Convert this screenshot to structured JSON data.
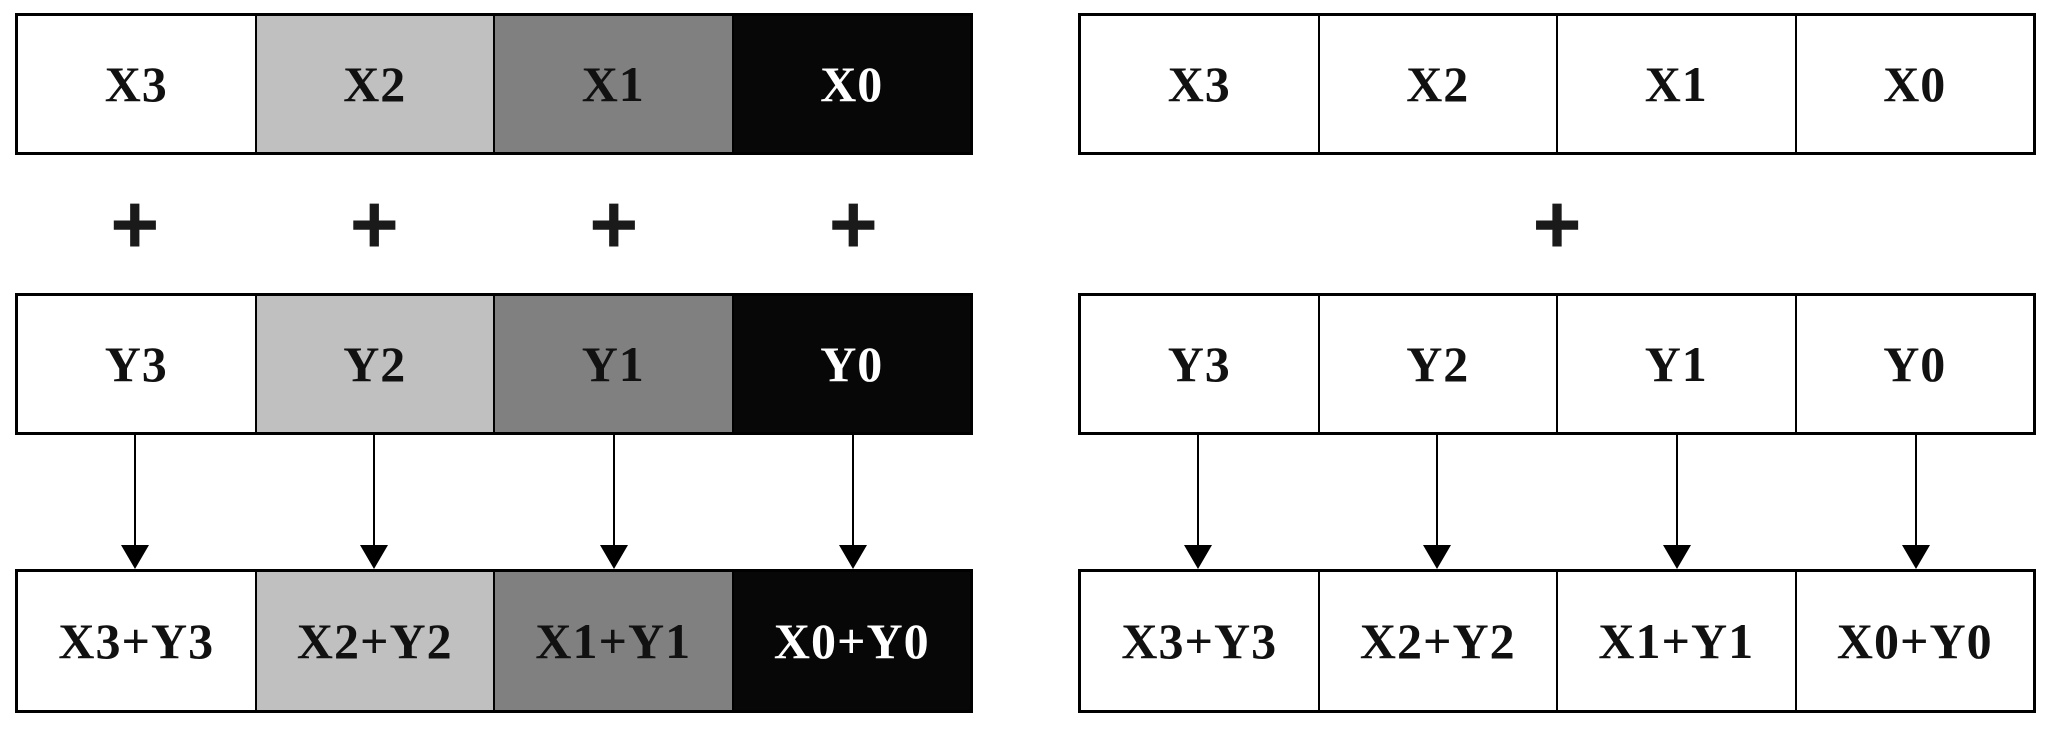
{
  "left": {
    "x": [
      "X3",
      "X2",
      "X1",
      "X0"
    ],
    "plus": [
      "+",
      "+",
      "+",
      "+"
    ],
    "y": [
      "Y3",
      "Y2",
      "Y1",
      "Y0"
    ],
    "result": [
      "X3+Y3",
      "X2+Y2",
      "X1+Y1",
      "X0+Y0"
    ]
  },
  "right": {
    "x": [
      "X3",
      "X2",
      "X1",
      "X0"
    ],
    "plus": "+",
    "y": [
      "Y3",
      "Y2",
      "Y1",
      "Y0"
    ],
    "result": [
      "X3+Y3",
      "X2+Y2",
      "X1+Y1",
      "X0+Y0"
    ]
  },
  "colors": {
    "background": "#ffffff",
    "border": "#000000",
    "cell_white": "#ffffff",
    "cell_light_gray": "#c0c0c0",
    "cell_dark_gray": "#808080",
    "cell_black": "#070707",
    "text_dark": "#111111",
    "text_light": "#ffffff"
  }
}
